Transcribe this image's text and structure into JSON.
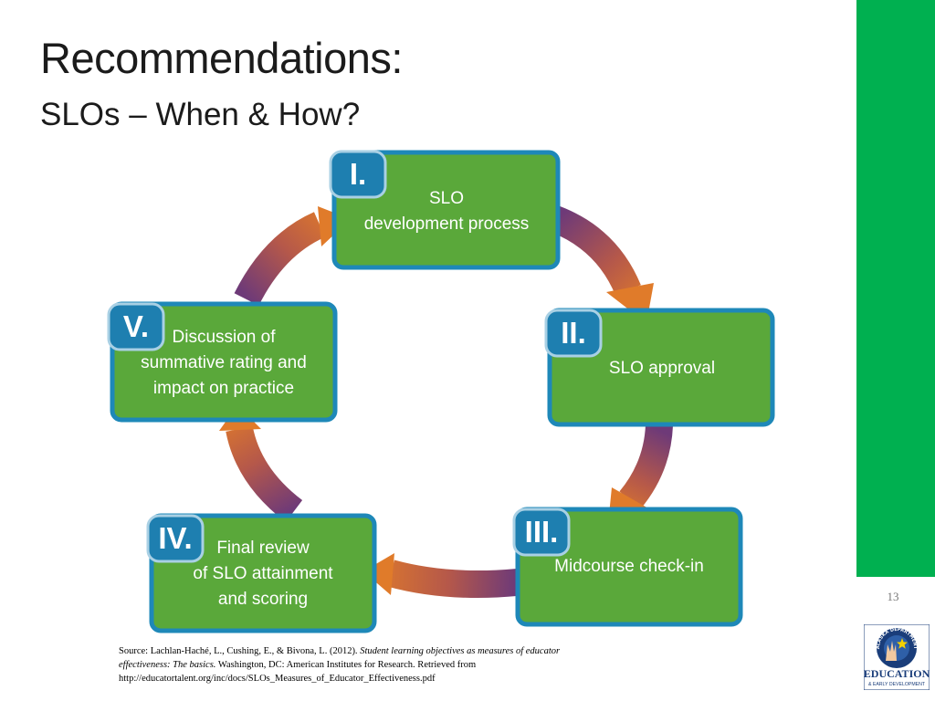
{
  "slide": {
    "title": "Recommendations:",
    "subtitle": "SLOs – When & How?",
    "page_number": "13"
  },
  "cycle": {
    "steps": [
      {
        "numeral": "I.",
        "label_lines": [
          "SLO",
          "development process"
        ]
      },
      {
        "numeral": "II.",
        "label_lines": [
          "SLO approval"
        ]
      },
      {
        "numeral": "III.",
        "label_lines": [
          "Midcourse check-in"
        ]
      },
      {
        "numeral": "IV.",
        "label_lines": [
          "Final review",
          "of SLO attainment",
          "and scoring"
        ]
      },
      {
        "numeral": "V.",
        "label_lines": [
          "Discussion of",
          "summative rating and",
          "impact on practice"
        ]
      }
    ],
    "colors": {
      "box_fill": "#5aa83a",
      "box_border": "#1e88b8",
      "tab_fill": "#1e7fb0",
      "arrow_orange": "#e07b2a",
      "arrow_purple": "#6e3a78"
    }
  },
  "source": {
    "prefix": "Source: Lachlan-Haché, L., Cushing, E., & Bivona, L. (2012). ",
    "title_italic": "Student learning objectives as measures of educator effectiveness: The basics.",
    "suffix": " Washington, DC: American Institutes for Research. Retrieved from http://educatortalent.org/inc/docs/SLOs_Measures_of_Educator_Effectiveness.pdf"
  },
  "logo": {
    "arc_text": "ALASKA DEPARTMENT",
    "line1": "EDUCATION",
    "line2": "& EARLY DEVELOPMENT"
  },
  "theme": {
    "sidebar_green": "#00b050"
  }
}
